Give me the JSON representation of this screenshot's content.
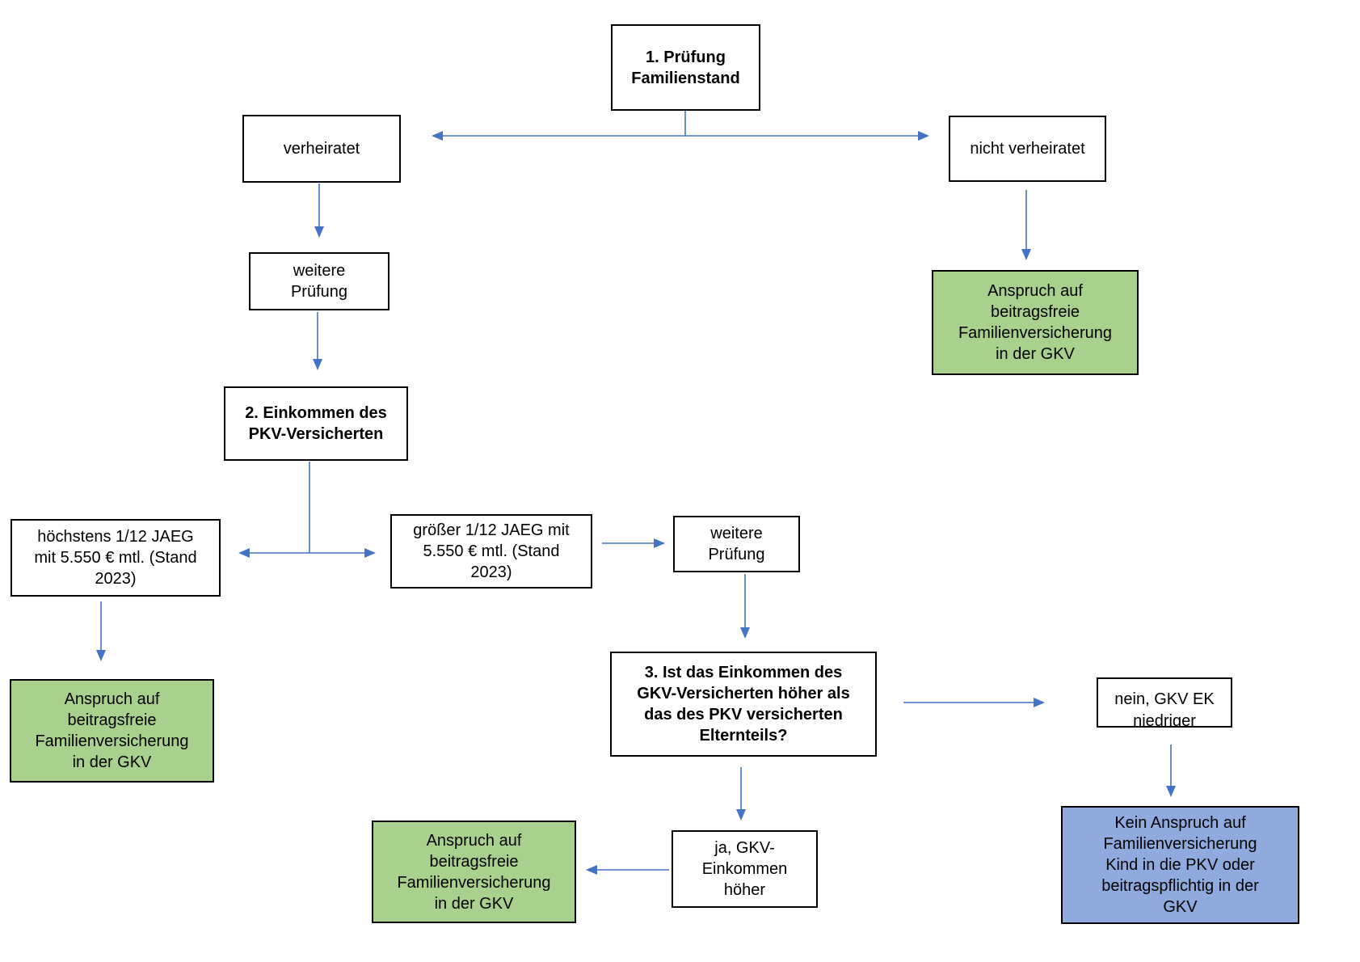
{
  "diagram_title": "Pruefung Familienversicherung Flowchart",
  "colors": {
    "green_fill": "#a9d18e",
    "blue_fill": "#8faadc",
    "arrow": "#4472c4",
    "border": "#000000",
    "background": "#ffffff"
  },
  "nodes": {
    "step1": {
      "label": "1. Prüfung Familienstand"
    },
    "married": {
      "label": "verheiratet"
    },
    "not_married": {
      "label": "nicht verheiratet"
    },
    "further_check_1": {
      "label": "weitere Prüfung"
    },
    "green_top_right": {
      "label": "Anspruch auf beitragsfreie Familienversicherung in der GKV"
    },
    "step2": {
      "label": "2. Einkommen des PKV-Versicherten"
    },
    "at_most_jaeg": {
      "label": "höchstens 1/12 JAEG mit 5.550 € mtl. (Stand 2023)"
    },
    "greater_jaeg": {
      "label": "größer 1/12 JAEG mit 5.550 € mtl. (Stand 2023)"
    },
    "further_check_2": {
      "label": "weitere Prüfung"
    },
    "green_mid_left": {
      "label": "Anspruch auf beitragsfreie Familienversicherung in der GKV"
    },
    "step3": {
      "label": "3. Ist das Einkommen des GKV-Versicherten höher als das des PKV versicherten Elternteils?"
    },
    "no_gkv_lower": {
      "label": "nein, GKV EK niedriger"
    },
    "yes_gkv_higher": {
      "label": "ja, GKV-Einkommen höher"
    },
    "green_bottom": {
      "label": "Anspruch auf beitragsfreie Familienversicherung in der GKV"
    },
    "blue_bottom": {
      "label": "Kein Anspruch auf Familienversicherung Kind in die PKV oder beitragspflichtig in der GKV"
    }
  }
}
